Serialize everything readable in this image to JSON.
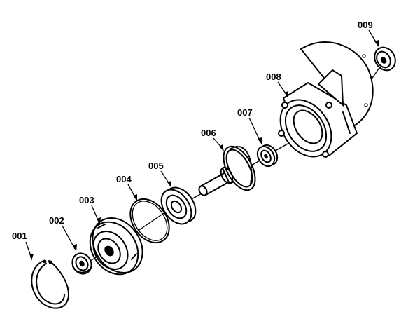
{
  "diagram": {
    "type": "exploded-parts-view",
    "parts": [
      {
        "id": "001",
        "label": "001"
      },
      {
        "id": "002",
        "label": "002"
      },
      {
        "id": "003",
        "label": "003"
      },
      {
        "id": "004",
        "label": "004"
      },
      {
        "id": "005",
        "label": "005"
      },
      {
        "id": "006",
        "label": "006"
      },
      {
        "id": "007",
        "label": "007"
      },
      {
        "id": "008",
        "label": "008"
      },
      {
        "id": "009",
        "label": "009"
      }
    ]
  }
}
